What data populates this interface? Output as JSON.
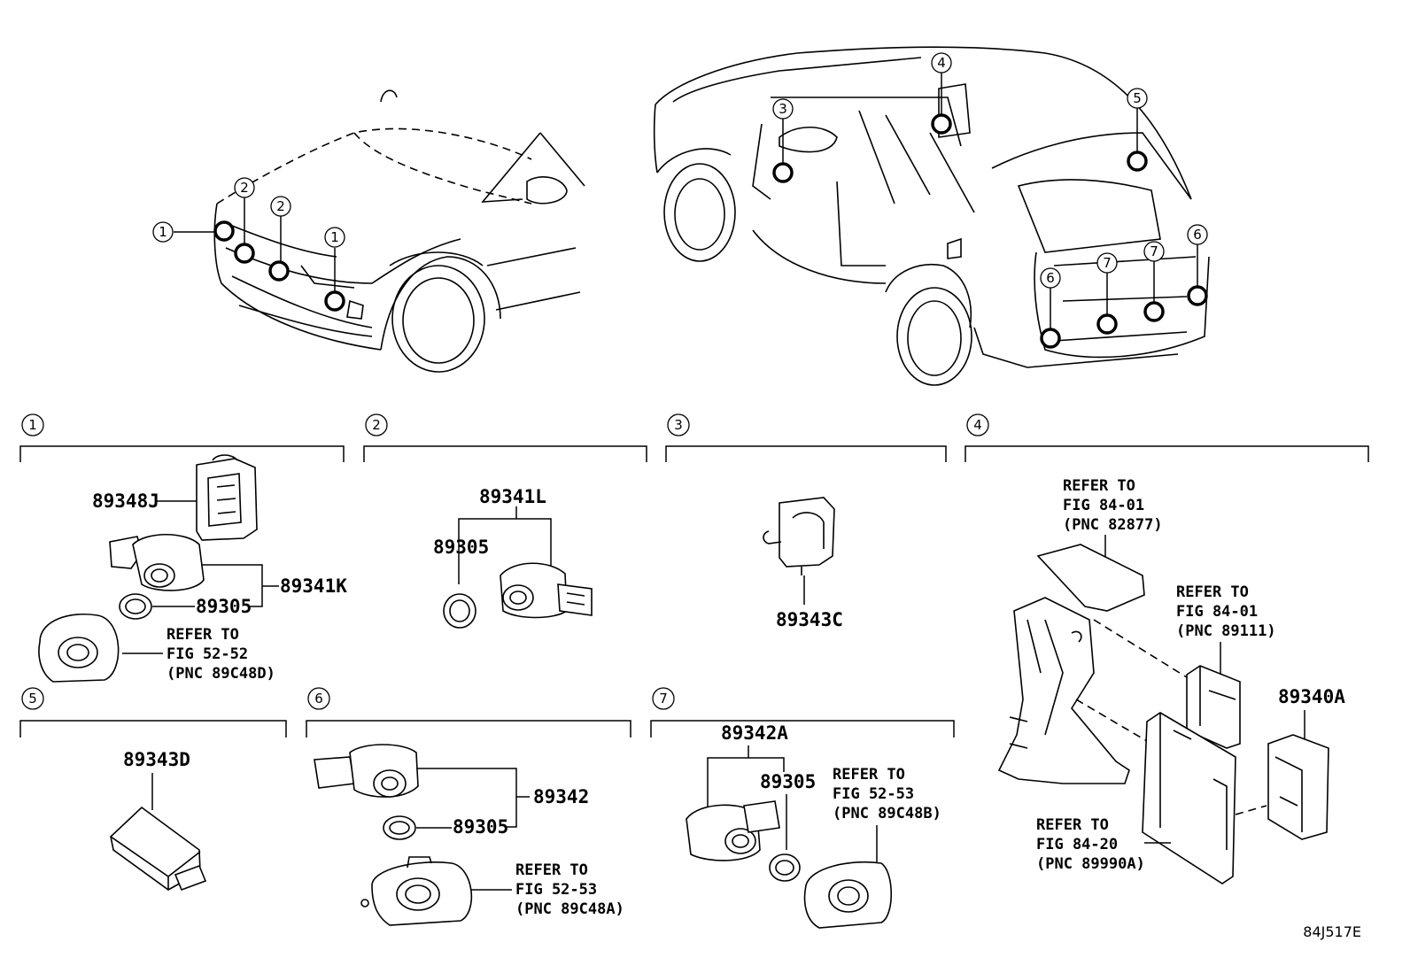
{
  "diagram_id": "84J517E",
  "callouts": {
    "c1": "1",
    "c2": "2",
    "c3": "3",
    "c4": "4",
    "c5": "5",
    "c6": "6",
    "c7": "7"
  },
  "groups": {
    "g1": {
      "number": "1",
      "parts": [
        "89348J",
        "89341K",
        "89305"
      ],
      "refer": [
        "REFER TO",
        "FIG 52-52",
        "(PNC 89C48D)"
      ]
    },
    "g2": {
      "number": "2",
      "parts": [
        "89341L",
        "89305"
      ]
    },
    "g3": {
      "number": "3",
      "parts": [
        "89343C"
      ]
    },
    "g4": {
      "number": "4",
      "parts": [
        "89340A"
      ],
      "refer_a": [
        "REFER TO",
        "FIG 84-01",
        "(PNC 82877)"
      ],
      "refer_b": [
        "REFER TO",
        "FIG 84-01",
        "(PNC 89111)"
      ],
      "refer_c": [
        "REFER TO",
        "FIG 84-20",
        "(PNC 89990A)"
      ]
    },
    "g5": {
      "number": "5",
      "parts": [
        "89343D"
      ]
    },
    "g6": {
      "number": "6",
      "parts": [
        "89342",
        "89305"
      ],
      "refer": [
        "REFER TO",
        "FIG 52-53",
        "(PNC 89C48A)"
      ]
    },
    "g7": {
      "number": "7",
      "parts": [
        "89342A",
        "89305"
      ],
      "refer": [
        "REFER TO",
        "FIG 52-53",
        "(PNC 89C48B)"
      ]
    }
  }
}
